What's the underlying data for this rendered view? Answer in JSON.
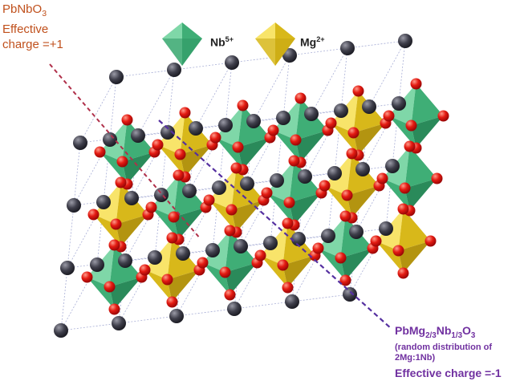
{
  "legend": {
    "nb": {
      "ion": "Nb",
      "charge": "5+",
      "color": "#4cc08a"
    },
    "mg": {
      "ion": "Mg",
      "charge": "2+",
      "color": "#f2d528"
    }
  },
  "label_pbnbo3": {
    "formula_main": "PbNbO",
    "formula_sub": "3",
    "line2": "Effective",
    "line3": "charge =+1"
  },
  "label_pmn": {
    "f_pb_mg": "PbMg",
    "f_sub1": "2/3",
    "f_nb": "Nb",
    "f_sub2": "1/3",
    "f_o": "O",
    "f_sub3": "3",
    "note_line1": "(random distribution of",
    "note_line2": "2Mg:1Nb)",
    "charge": "Effective charge =-1"
  },
  "colors": {
    "pbnbo3_text": "#c0501c",
    "pmn_text": "#7030a0",
    "lead_atom": "#3a3a45",
    "oxygen_atom": "#e01010",
    "cube_line": "#9aa0d0"
  },
  "structure": {
    "octahedron_rows": [
      [
        "Nb",
        "Mg",
        "Nb",
        "Nb",
        "Mg",
        "Nb"
      ],
      [
        "Mg",
        "Nb",
        "Mg",
        "Nb",
        "Mg",
        "Nb"
      ],
      [
        "Nb",
        "Mg",
        "Nb",
        "Mg",
        "Nb",
        "Mg"
      ]
    ]
  }
}
